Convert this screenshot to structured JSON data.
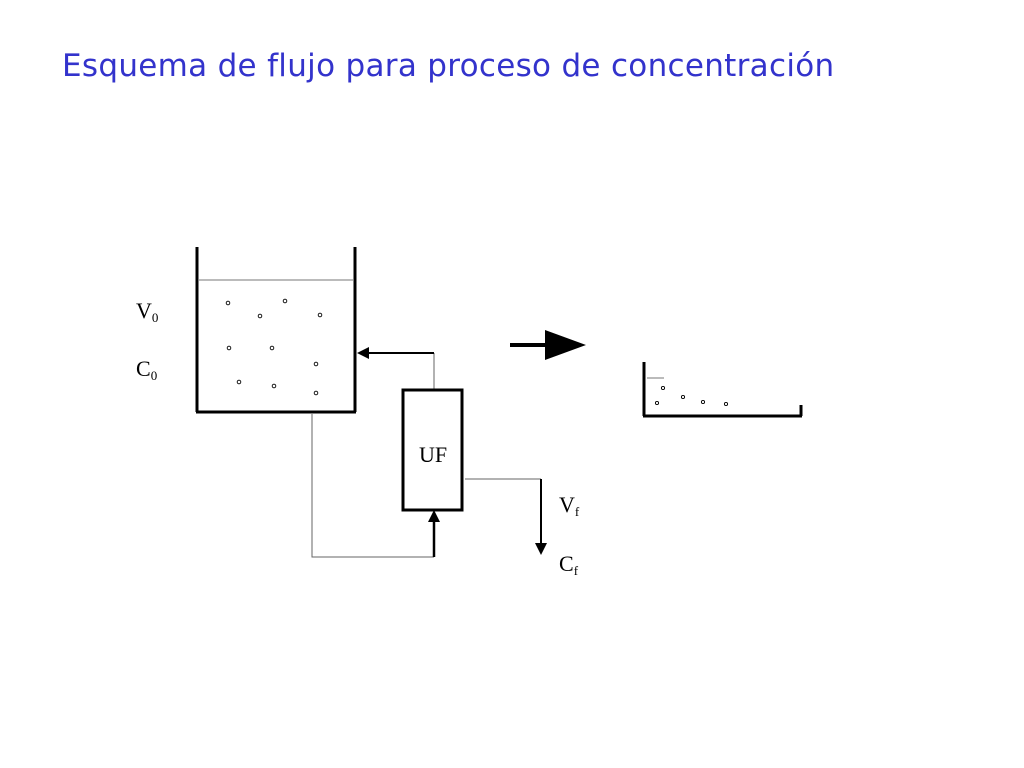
{
  "slide": {
    "title": "Esquema de flujo para proceso de concentración",
    "title_color": "#3333cc"
  },
  "diagram": {
    "initial_volume": {
      "base": "V",
      "sub": "0"
    },
    "initial_concentration": {
      "base": "C",
      "sub": "0"
    },
    "unit_label": "UF",
    "final_volume": {
      "base": "V",
      "sub": "f"
    },
    "final_concentration": {
      "base": "C",
      "sub": "f"
    },
    "line_color": "#000000",
    "thin_line_color": "#666666"
  }
}
